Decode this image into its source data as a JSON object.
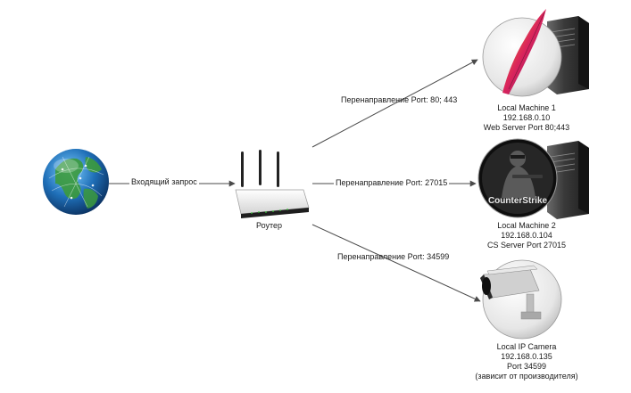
{
  "edges": {
    "incoming": "Входящий запрос",
    "to_machine1": "Перенаправление Port: 80; 443",
    "to_machine2": "Перенаправление Port: 27015",
    "to_camera": "Перенаправление Port: 34599"
  },
  "router": {
    "label": "Роутер"
  },
  "machine1": {
    "name": "Local  Machine 1",
    "ip": "192.168.0.10",
    "service": "Web Server Port 80;443"
  },
  "machine2": {
    "name": "Local  Machine 2",
    "ip": "192.168.0.104",
    "service": "CS Server Port 27015",
    "logo_text": "CounterStrike"
  },
  "camera": {
    "name": "Local  IP Camera",
    "ip": "192.168.0.135",
    "port": "Port 34599",
    "note": "(зависит от производителя)"
  },
  "icons": {
    "internet": "globe-icon",
    "router": "router-icon",
    "machine1": "apache-server-icon",
    "machine2": "counter-strike-server-icon",
    "camera": "ip-camera-icon"
  },
  "colors": {
    "edge": "#4a4a4a",
    "globe_blue": "#1f6fb8",
    "globe_green": "#3c9a3c"
  }
}
